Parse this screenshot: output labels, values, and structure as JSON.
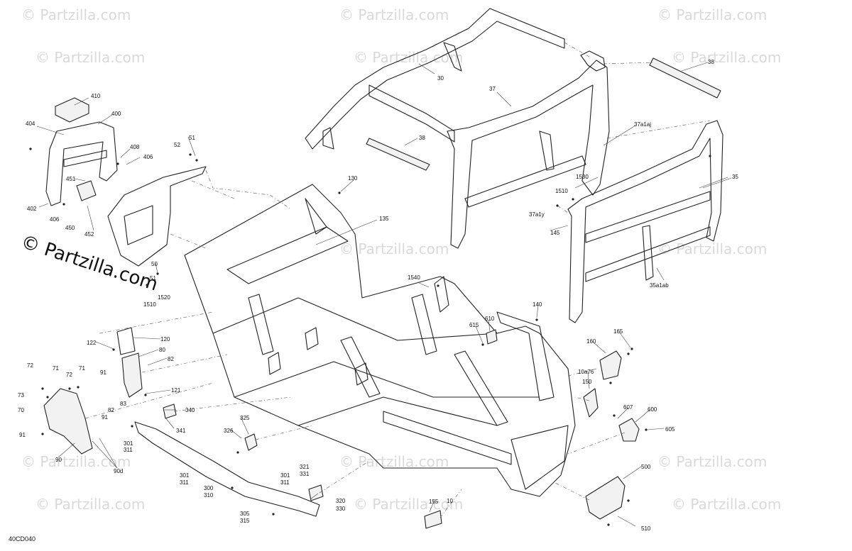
{
  "watermarks": {
    "repeat": "© Partzilla.com",
    "main": "© Partzilla.com"
  },
  "diagram_code": "40CD040",
  "callouts": [
    {
      "id": "c30",
      "text": "30"
    },
    {
      "id": "c37",
      "text": "37"
    },
    {
      "id": "c38a",
      "text": "38"
    },
    {
      "id": "c38b",
      "text": "38"
    },
    {
      "id": "c37a1aj",
      "text": "37a1aj"
    },
    {
      "id": "c35",
      "text": "35"
    },
    {
      "id": "c1530",
      "text": "1530"
    },
    {
      "id": "c1510a",
      "text": "1510"
    },
    {
      "id": "c37a1y",
      "text": "37a1y"
    },
    {
      "id": "c145",
      "text": "145"
    },
    {
      "id": "c35a1ab",
      "text": "35a1ab"
    },
    {
      "id": "c410",
      "text": "410"
    },
    {
      "id": "c400",
      "text": "400"
    },
    {
      "id": "c404",
      "text": "404"
    },
    {
      "id": "c408",
      "text": "408"
    },
    {
      "id": "c406a",
      "text": "406"
    },
    {
      "id": "c451",
      "text": "451"
    },
    {
      "id": "c402",
      "text": "402"
    },
    {
      "id": "c406b",
      "text": "406"
    },
    {
      "id": "c450",
      "text": "450"
    },
    {
      "id": "c452",
      "text": "452"
    },
    {
      "id": "c51a",
      "text": "51"
    },
    {
      "id": "c52",
      "text": "52"
    },
    {
      "id": "c130",
      "text": "130"
    },
    {
      "id": "c135",
      "text": "135"
    },
    {
      "id": "c50",
      "text": "50"
    },
    {
      "id": "c51b",
      "text": "51"
    },
    {
      "id": "c1520",
      "text": "1520"
    },
    {
      "id": "c1510b",
      "text": "1510"
    },
    {
      "id": "c1540",
      "text": "1540"
    },
    {
      "id": "c140",
      "text": "140"
    },
    {
      "id": "c610",
      "text": "610"
    },
    {
      "id": "c615",
      "text": "615"
    },
    {
      "id": "c165",
      "text": "165"
    },
    {
      "id": "c160",
      "text": "160"
    },
    {
      "id": "c10a76",
      "text": "10a76"
    },
    {
      "id": "c150",
      "text": "150"
    },
    {
      "id": "c607",
      "text": "607"
    },
    {
      "id": "c600",
      "text": "600"
    },
    {
      "id": "c605",
      "text": "605"
    },
    {
      "id": "c120",
      "text": "120"
    },
    {
      "id": "c122",
      "text": "122"
    },
    {
      "id": "c80",
      "text": "80"
    },
    {
      "id": "c82a",
      "text": "82"
    },
    {
      "id": "c121",
      "text": "121"
    },
    {
      "id": "c72a",
      "text": "72"
    },
    {
      "id": "c71a",
      "text": "71"
    },
    {
      "id": "c72b",
      "text": "72"
    },
    {
      "id": "c71b",
      "text": "71"
    },
    {
      "id": "c91a",
      "text": "91"
    },
    {
      "id": "c73",
      "text": "73"
    },
    {
      "id": "c83",
      "text": "83"
    },
    {
      "id": "c82b",
      "text": "82"
    },
    {
      "id": "c70",
      "text": "70"
    },
    {
      "id": "c91b",
      "text": "91"
    },
    {
      "id": "c91c",
      "text": "91"
    },
    {
      "id": "c90",
      "text": "90"
    },
    {
      "id": "c90d",
      "text": "90d"
    },
    {
      "id": "c340",
      "text": "340"
    },
    {
      "id": "c341",
      "text": "341"
    },
    {
      "id": "c325",
      "text": "325"
    },
    {
      "id": "c326",
      "text": "326"
    },
    {
      "id": "c301a",
      "text": "301"
    },
    {
      "id": "c311a",
      "text": "311"
    },
    {
      "id": "c301b",
      "text": "301"
    },
    {
      "id": "c311b",
      "text": "311"
    },
    {
      "id": "c300",
      "text": "300"
    },
    {
      "id": "c310",
      "text": "310"
    },
    {
      "id": "c305",
      "text": "305"
    },
    {
      "id": "c315",
      "text": "315"
    },
    {
      "id": "c321",
      "text": "321"
    },
    {
      "id": "c331",
      "text": "331"
    },
    {
      "id": "c301c",
      "text": "301"
    },
    {
      "id": "c311c",
      "text": "311"
    },
    {
      "id": "c320",
      "text": "320"
    },
    {
      "id": "c330",
      "text": "330"
    },
    {
      "id": "c155",
      "text": "155"
    },
    {
      "id": "c10",
      "text": "10"
    },
    {
      "id": "c500",
      "text": "500"
    },
    {
      "id": "c510",
      "text": "510"
    }
  ]
}
